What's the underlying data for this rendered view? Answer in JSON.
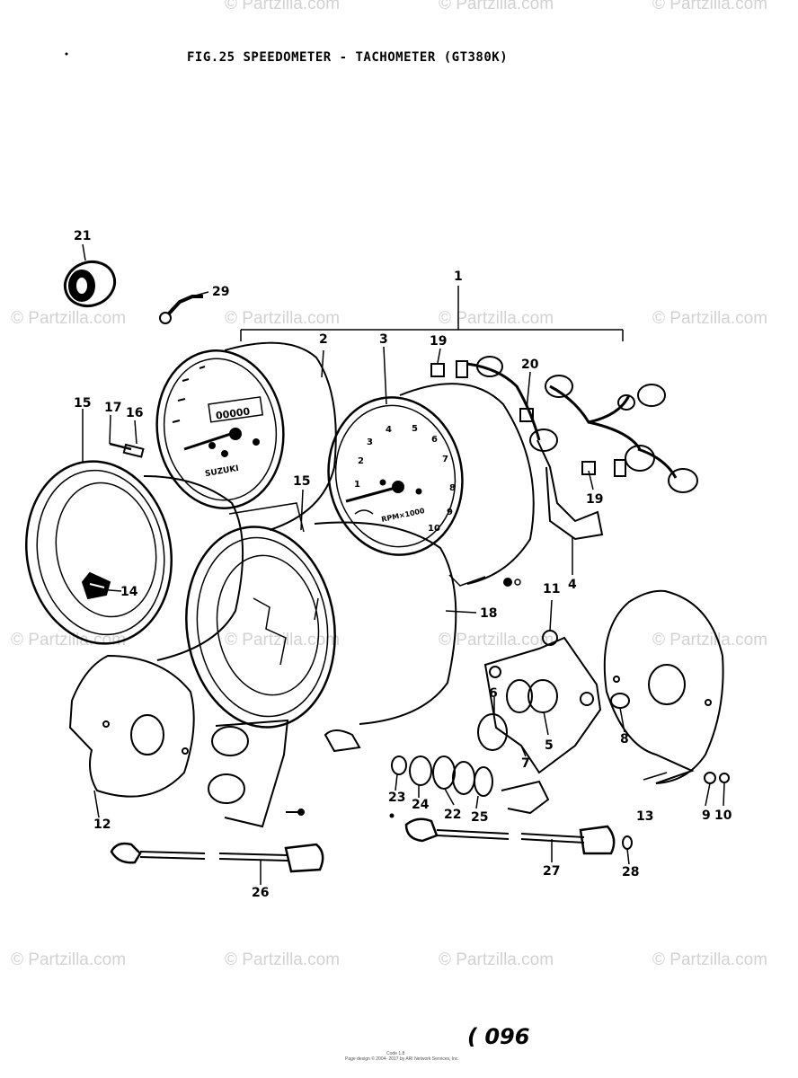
{
  "watermark": "© Partzilla.com",
  "figure_title": "FIG.25  SPEEDOMETER - TACHOMETER (GT380K)",
  "page_number": "096",
  "footer_line1": "Code 1.8",
  "footer_line2": "Page design © 2004- 2017 by ARI Network Services, Inc.",
  "speedometer_face": {
    "brand": "SUZUKI",
    "odometer": "00000"
  },
  "tachometer_face": {
    "numbers": [
      "1",
      "2",
      "3",
      "4",
      "5",
      "6",
      "7",
      "8",
      "9",
      "10"
    ],
    "scale": "RPM×1000"
  },
  "callouts": {
    "c1": "1",
    "c2": "2",
    "c3": "3",
    "c4": "4",
    "c5": "5",
    "c6": "6",
    "c7": "7",
    "c8": "8",
    "c9": "9",
    "c10": "10",
    "c11": "11",
    "c12": "12",
    "c13": "13",
    "c14": "14",
    "c15a": "15",
    "c15b": "15",
    "c16": "16",
    "c17": "17",
    "c18": "18",
    "c19a": "19",
    "c19b": "19",
    "c20": "20",
    "c21": "21",
    "c22": "22",
    "c23": "23",
    "c24": "24",
    "c25": "25",
    "c26": "26",
    "c27": "27",
    "c28": "28",
    "c29": "29"
  }
}
